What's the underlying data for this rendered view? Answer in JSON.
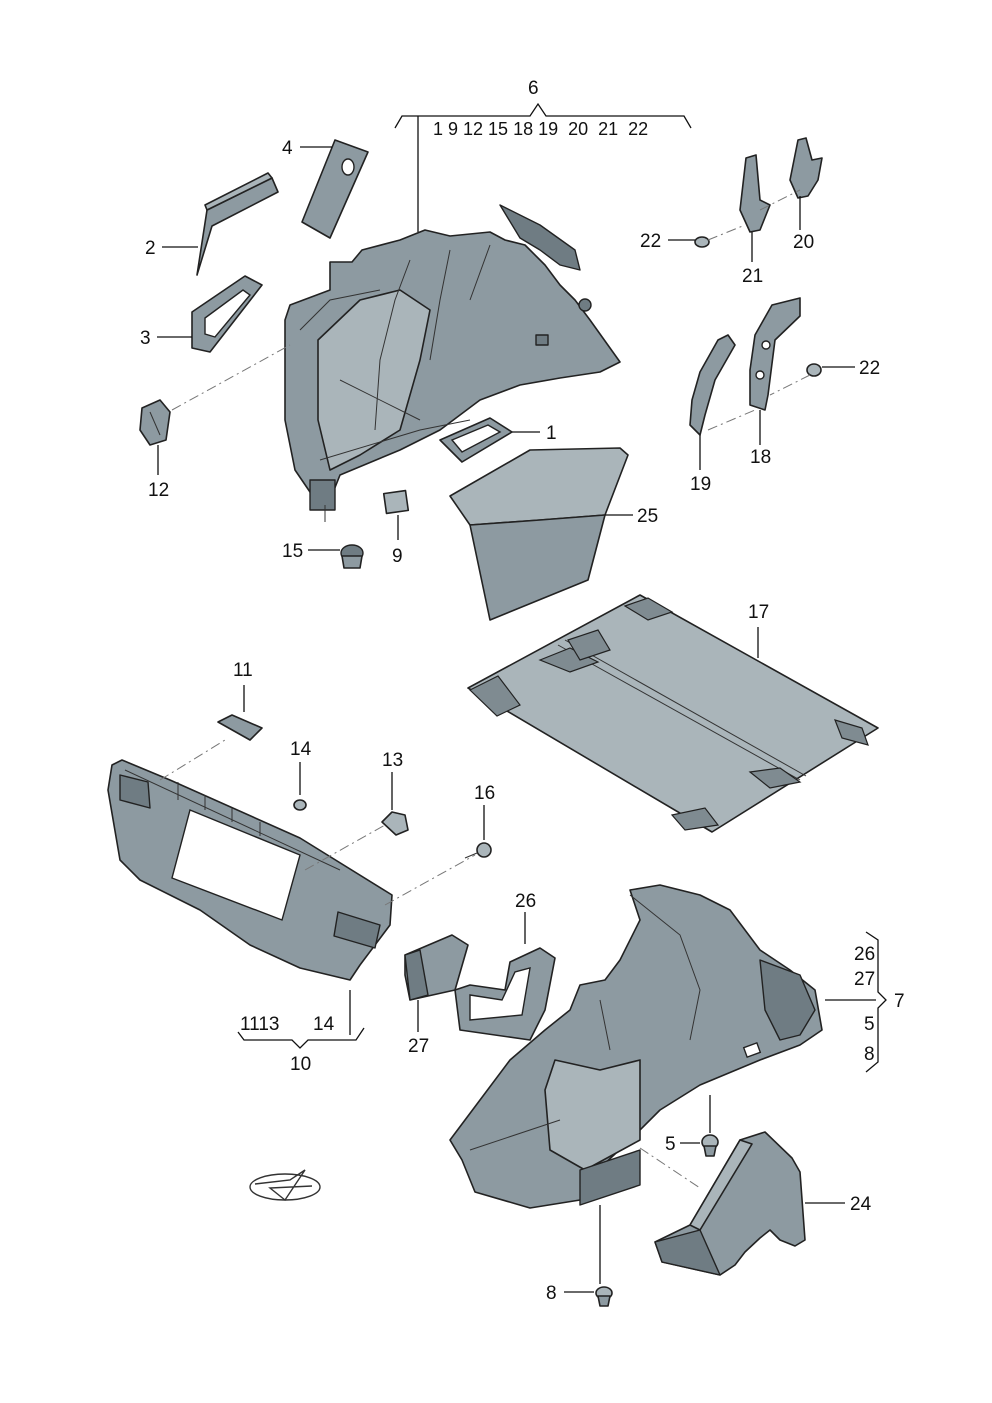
{
  "group_headers": {
    "g6": {
      "number": "6",
      "children": "1 9 12 15 18 19  20  21  22"
    },
    "g10": {
      "number": "10",
      "children_left": "1113",
      "children_right": "14"
    },
    "g7": {
      "number": "7",
      "children": [
        "26",
        "27",
        "5",
        "8"
      ]
    }
  },
  "callouts": {
    "p1": "1",
    "p2": "2",
    "p3": "3",
    "p4": "4",
    "p5": "5",
    "p8": "8",
    "p9": "9",
    "p11": "11",
    "p12": "12",
    "p13": "13",
    "p14": "14",
    "p15": "15",
    "p16": "16",
    "p17": "17",
    "p18": "18",
    "p19": "19",
    "p20": "20",
    "p21": "21",
    "p22a": "22",
    "p22b": "22",
    "p24": "24",
    "p25": "25",
    "p26": "26",
    "p27": "27"
  },
  "colors": {
    "part_fill": "#8d9aa1",
    "part_light": "#aab5ba",
    "part_dark": "#6f7c83",
    "line": "#111111"
  },
  "icons": {
    "logo": "brand-logo-icon"
  }
}
